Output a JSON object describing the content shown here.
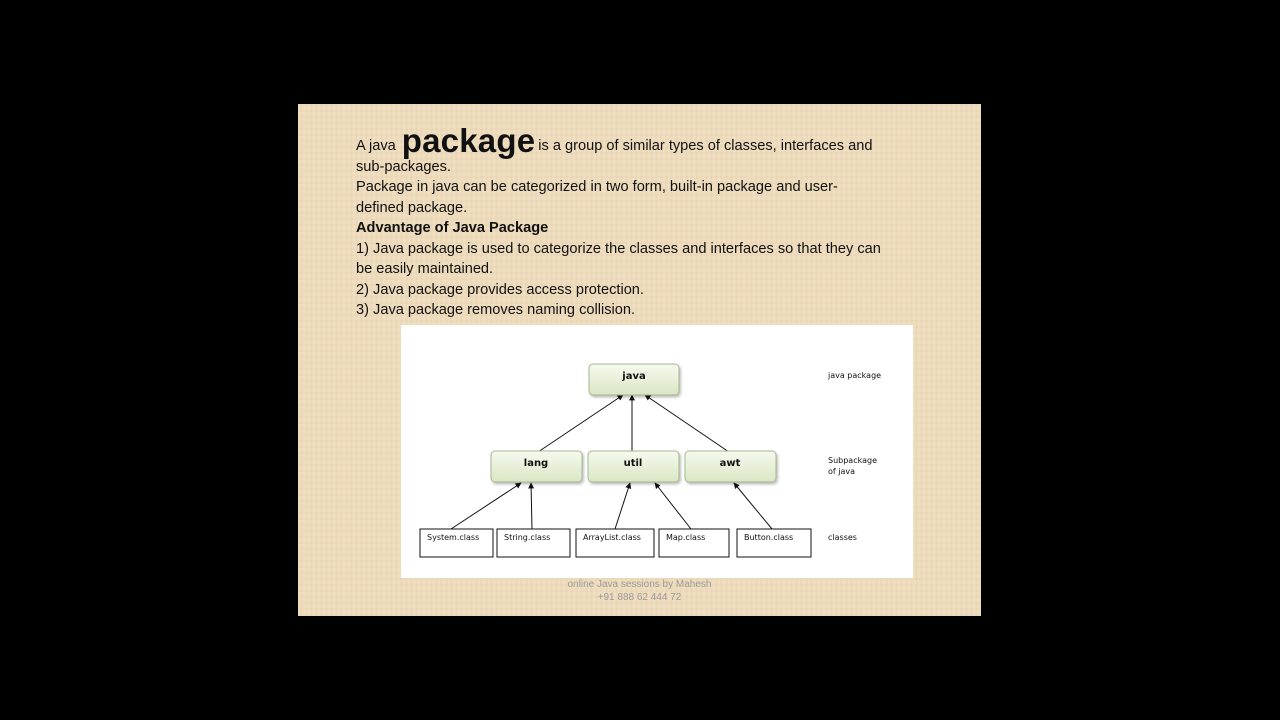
{
  "slide": {
    "para1_prefix": "A java",
    "para1_big": "package",
    "para1_suffix": "is a group of similar types of classes, interfaces and",
    "para1_line2": "sub-packages.",
    "para2_line1": "Package in java can be categorized in two form, built-in package and user-",
    "para2_line2": "defined package.",
    "advantage_heading": "Advantage of Java Package",
    "point1_line1": "1) Java package is used to categorize the classes and interfaces so that they can",
    "point1_line2": "be easily maintained.",
    "point2": "2) Java package provides access protection.",
    "point3": "3) Java package removes naming collision."
  },
  "diagram": {
    "root": "java",
    "subpackages": [
      "lang",
      "util",
      "awt"
    ],
    "classes": [
      "System.class",
      "String.class",
      "ArrayList.class",
      "Map.class",
      "Button.class"
    ],
    "labels": {
      "root_level": "java package",
      "sub_level_line1": "Subpackage",
      "sub_level_line2": "of java",
      "class_level": "classes"
    },
    "colors": {
      "box_fill_top": "#f6f9ee",
      "box_fill_bottom": "#d9e6c4",
      "box_border": "#a7b88f"
    }
  },
  "footer": {
    "line1": "online Java sessions by Mahesh",
    "line2": "+91 888 62 444 72"
  }
}
